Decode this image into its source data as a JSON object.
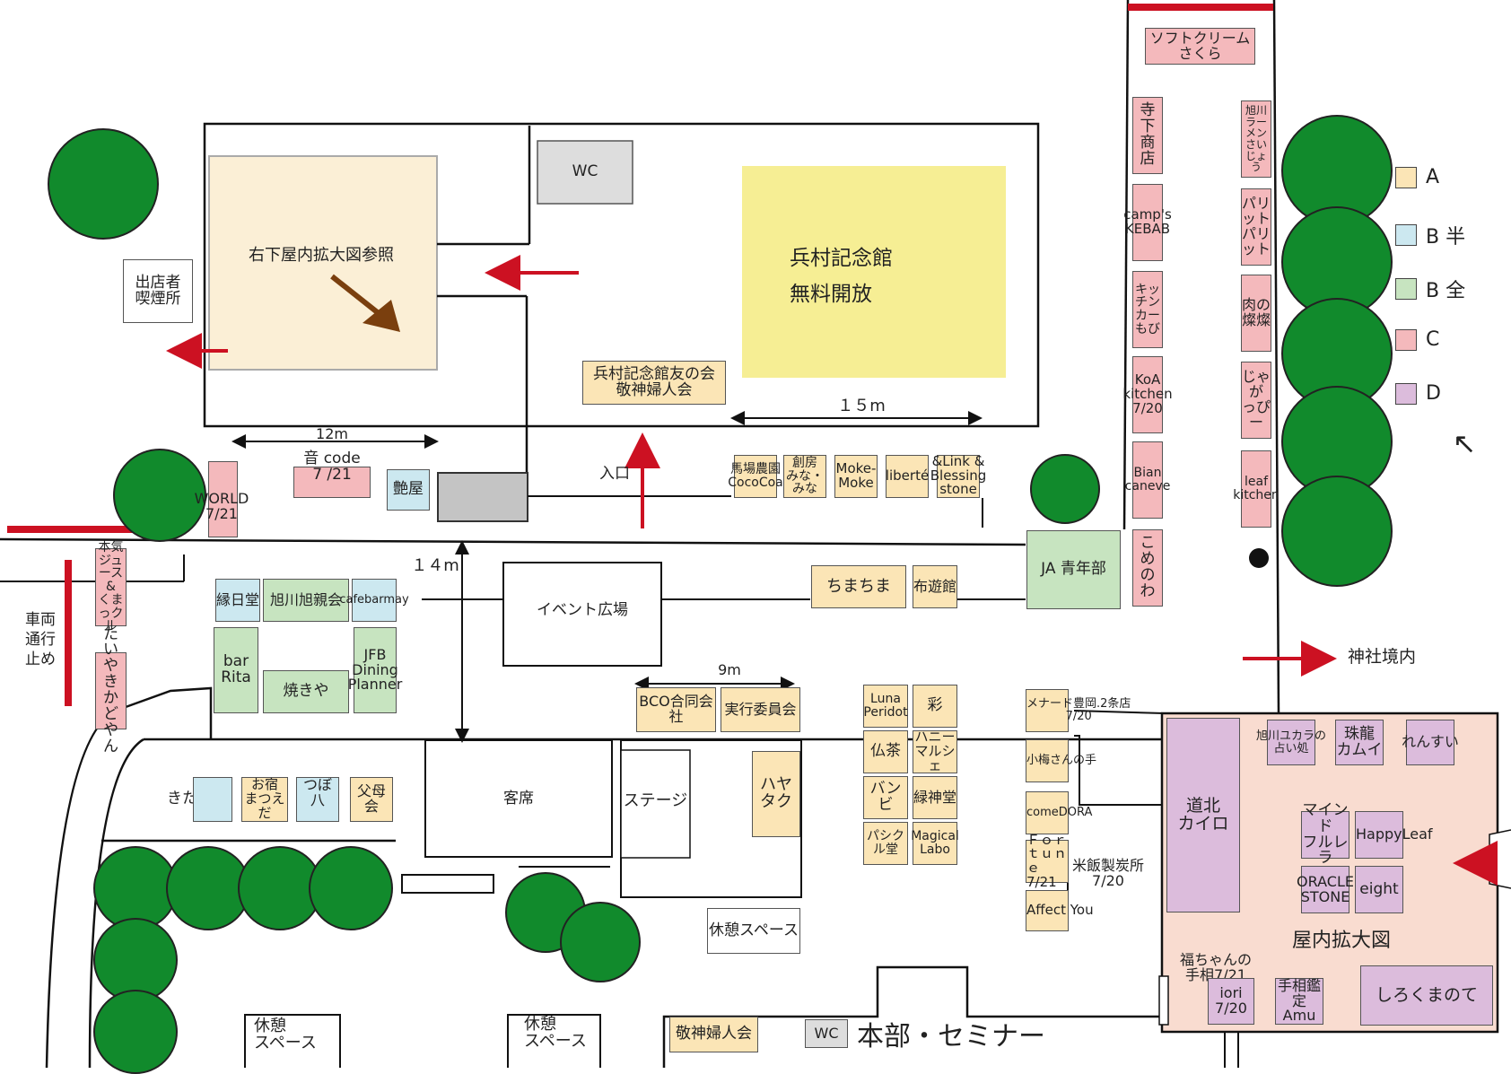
{
  "colors": {
    "A": "#fbe5b6",
    "B_half": "#cce8f0",
    "B_full": "#c7e4c0",
    "C": "#f4b9bc",
    "D": "#dcbcdc",
    "tree": "#118a2c",
    "arrow": "#cc1122",
    "memorial": "#f6ee94",
    "indoor": "#f9dcd0",
    "brown_arrow": "#7a3f0e"
  },
  "legend": [
    {
      "key": "A",
      "label": "A"
    },
    {
      "key": "B1",
      "label": "B 半"
    },
    {
      "key": "B2",
      "label": "B 全"
    },
    {
      "key": "C",
      "label": "C"
    },
    {
      "key": "D",
      "label": "D"
    }
  ],
  "labels": {
    "indoor_ref": "右下屋内拡大図参照",
    "wc_top": "WC",
    "memorial": "兵村記念館\n無料開放",
    "smoking": "出店者\n喫煙所",
    "tomonokai": "兵村記念館友の会\n敬神婦人会",
    "dim_15m": "１５m",
    "dim_12m": "12m",
    "dim_14m": "１４m",
    "dim_9m": "9m",
    "entrance": "入口",
    "otocode": "音 code\n7 /21",
    "world": "WORLD\n7/21",
    "tsuyaya": "艶屋",
    "ja": "JA 青年部",
    "chimachima": "ちまちま",
    "fuyukan": "布遊館",
    "event": "イベント広場",
    "vehicle": "車両\n通行\n止め",
    "shrine": "神社境内",
    "audience": "客席",
    "stage": "ステージ",
    "hayataku": "ハヤ\nタク",
    "rest1": "休憩スペース",
    "rest2": "休憩\nスペース",
    "rest3": "休憩\nスペース",
    "keishin": "敬神婦人会",
    "wc_bottom": "WC",
    "honbu": "本部・セミナー",
    "indoor_title": "屋内拡大図",
    "north_arrow": "↖"
  },
  "stalls": {
    "sakura": "ソフトクリーム\nさくら",
    "terashita": "寺下\n商店",
    "camps": "camp's\nKEBAB",
    "kitchencar": "キッチンカー\nもび",
    "koa": "KoA\nkitchen\n7/20",
    "bian": "Bian\ncaneve",
    "komenowa": "こめ\nのわ",
    "asahikawa_ramen": "旭川ラーメン\nさいじょう",
    "parit": "パリット\nパリット",
    "nikuno": "肉の\n燦燦",
    "jaga": "じゃが\nっぴー",
    "leaf": "leaf\nkitchen",
    "honki": "本気\nジュース&\nくまっクル",
    "taiyaki": "たいやき\nかどやん",
    "ennichido": "縁日堂",
    "asahikawa_shinkai": "旭川旭親会",
    "cafebarmay": "cafebarmay",
    "barrita": "bar\nRita",
    "yakiya": "焼きや",
    "jfb": "JFB\nDining\nPlanner",
    "baba": "馬場農園\nCocoCoa",
    "sobo": "創房\nみな・みな",
    "moke": "Moke-\nMoke",
    "liberte": "liberté",
    "andlink": "&Link &\nBlessing\nstone",
    "bco": "BCO合同会社",
    "jikko": "実行委員会",
    "luna": "Luna\nPeridot",
    "aya": "彩",
    "butcha": "仏茶",
    "honey": "ハニー\nマルシェ",
    "banbi": "バンビ",
    "ryokushin": "緑神堂",
    "pasikuru": "パシクル堂",
    "magical": "Magical Labo",
    "menard": "メナード豊岡.2条店\n7/20",
    "koume": "小梅さんの手",
    "comedora": "comeDORA",
    "fortune": "Ｆｏｒｔｕｎｅ\n7/21",
    "kome": "米飯製炭所\n7/20",
    "affect": "Affect You",
    "kitadazaki": "きたざき",
    "oyado": "お宿\nまつえだ",
    "tsubohachi": "つぼ八",
    "fubokai": "父母会",
    "dohoku": "道北\nカイロ",
    "karasu": "旭川ユカラの\n占い処",
    "shuryu": "珠龍\nカムイ",
    "rensui": "れんすい",
    "mind": "マインド\nフルレラ",
    "happyleaf": "HappyLeaf",
    "oracle": "ORACLE\nSTONE",
    "eight": "eight",
    "fukuchan": "福ちゃんの\n手相7/21",
    "iori": "iori\n7/20",
    "tesou": "手相鑑定\nAmu",
    "shirokuma": "しろくまのて"
  }
}
